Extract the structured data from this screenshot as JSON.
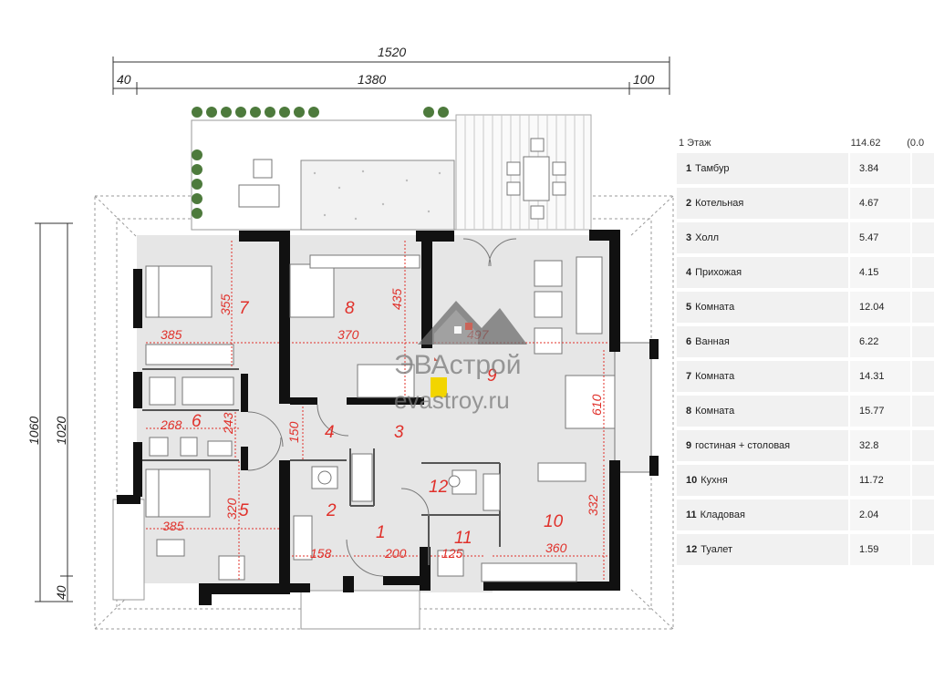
{
  "dimensions": {
    "overall_width": "1520",
    "left_offset": "40",
    "inner_width": "1380",
    "right_offset": "100",
    "overall_depth": "1060",
    "inner_depth": "1020",
    "bottom_offset": "40"
  },
  "room_dims": [
    "355",
    "385",
    "435",
    "370",
    "497",
    "268",
    "243",
    "150",
    "610",
    "320",
    "385",
    "158",
    "200",
    "125",
    "360",
    "332"
  ],
  "room_numbers": [
    "1",
    "2",
    "3",
    "4",
    "5",
    "6",
    "7",
    "8",
    "9",
    "10",
    "11",
    "12"
  ],
  "watermark": {
    "brand": "ЭВАстрой",
    "site": "evastroy.ru"
  },
  "schedule": {
    "header": {
      "floor": "1 Этаж",
      "total": "114.62",
      "extra": "(0.0"
    },
    "rooms": [
      {
        "num": "1",
        "name": "Тамбур",
        "area": "3.84"
      },
      {
        "num": "2",
        "name": "Котельная",
        "area": "4.67"
      },
      {
        "num": "3",
        "name": "Холл",
        "area": "5.47"
      },
      {
        "num": "4",
        "name": "Прихожая",
        "area": "4.15"
      },
      {
        "num": "5",
        "name": "Комната",
        "area": "12.04"
      },
      {
        "num": "6",
        "name": "Ванная",
        "area": "6.22"
      },
      {
        "num": "7",
        "name": "Комната",
        "area": "14.31"
      },
      {
        "num": "8",
        "name": "Комната",
        "area": "15.77"
      },
      {
        "num": "9",
        "name": "гостиная + столовая",
        "area": "32.8"
      },
      {
        "num": "10",
        "name": "Кухня",
        "area": "11.72"
      },
      {
        "num": "11",
        "name": "Кладовая",
        "area": "2.04"
      },
      {
        "num": "12",
        "name": "Туалет",
        "area": "1.59"
      }
    ]
  },
  "colors": {
    "wall": "#111111",
    "floor": "#e6e6e6",
    "dimension_red": "#e0302a",
    "accent_yellow": "#f2d500",
    "plant_green": "#4d7a3c",
    "watermark_red": "#c0392b"
  }
}
